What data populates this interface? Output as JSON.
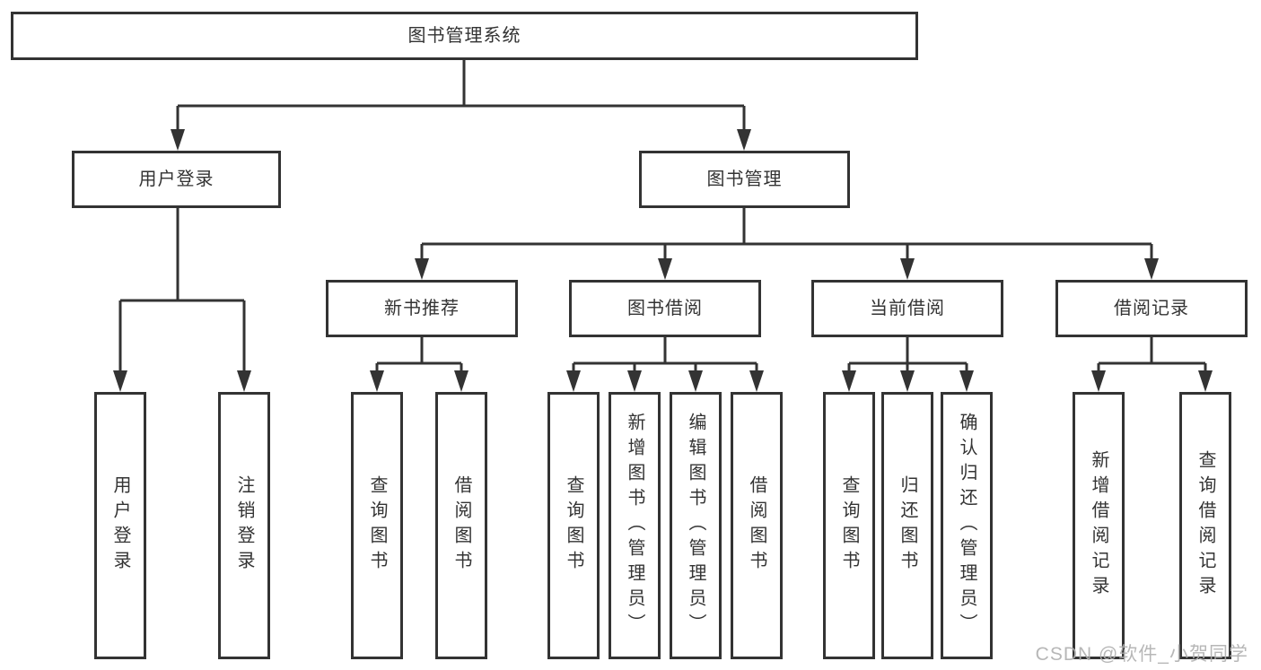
{
  "diagram": {
    "type": "hierarchy-tree",
    "background_color": "#ffffff",
    "line_color": "#333333",
    "text_color": "#333333",
    "nodes": {
      "root": "图书管理系统",
      "user_login": "用户登录",
      "book_manage": "图书管理",
      "login_user": "用户登录",
      "login_logout": "注销登录",
      "new_book_rec": "新书推荐",
      "rec_query": "查询图书",
      "rec_borrow": "借阅图书",
      "book_borrow": "图书借阅",
      "borrow_query": "查询图书",
      "borrow_add": "新增图书（管理员）",
      "borrow_edit": "编辑图书（管理员）",
      "borrow_borrow": "借阅图书",
      "current_borrow": "当前借阅",
      "current_query": "查询图书",
      "current_return": "归还图书",
      "current_confirm": "确认归还（管理员）",
      "borrow_records": "借阅记录",
      "records_add": "新增借阅记录",
      "records_query": "查询借阅记录"
    },
    "hierarchy": {
      "图书管理系统": {
        "用户登录": [
          "用户登录",
          "注销登录"
        ],
        "图书管理": {
          "新书推荐": [
            "查询图书",
            "借阅图书"
          ],
          "图书借阅": [
            "查询图书",
            "新增图书（管理员）",
            "编辑图书（管理员）",
            "借阅图书"
          ],
          "当前借阅": [
            "查询图书",
            "归还图书",
            "确认归还（管理员）"
          ],
          "借阅记录": [
            "新增借阅记录",
            "查询借阅记录"
          ]
        }
      }
    },
    "watermark": {
      "text": "CSDN @软件_小贺同学",
      "color": "#afafaf"
    }
  }
}
